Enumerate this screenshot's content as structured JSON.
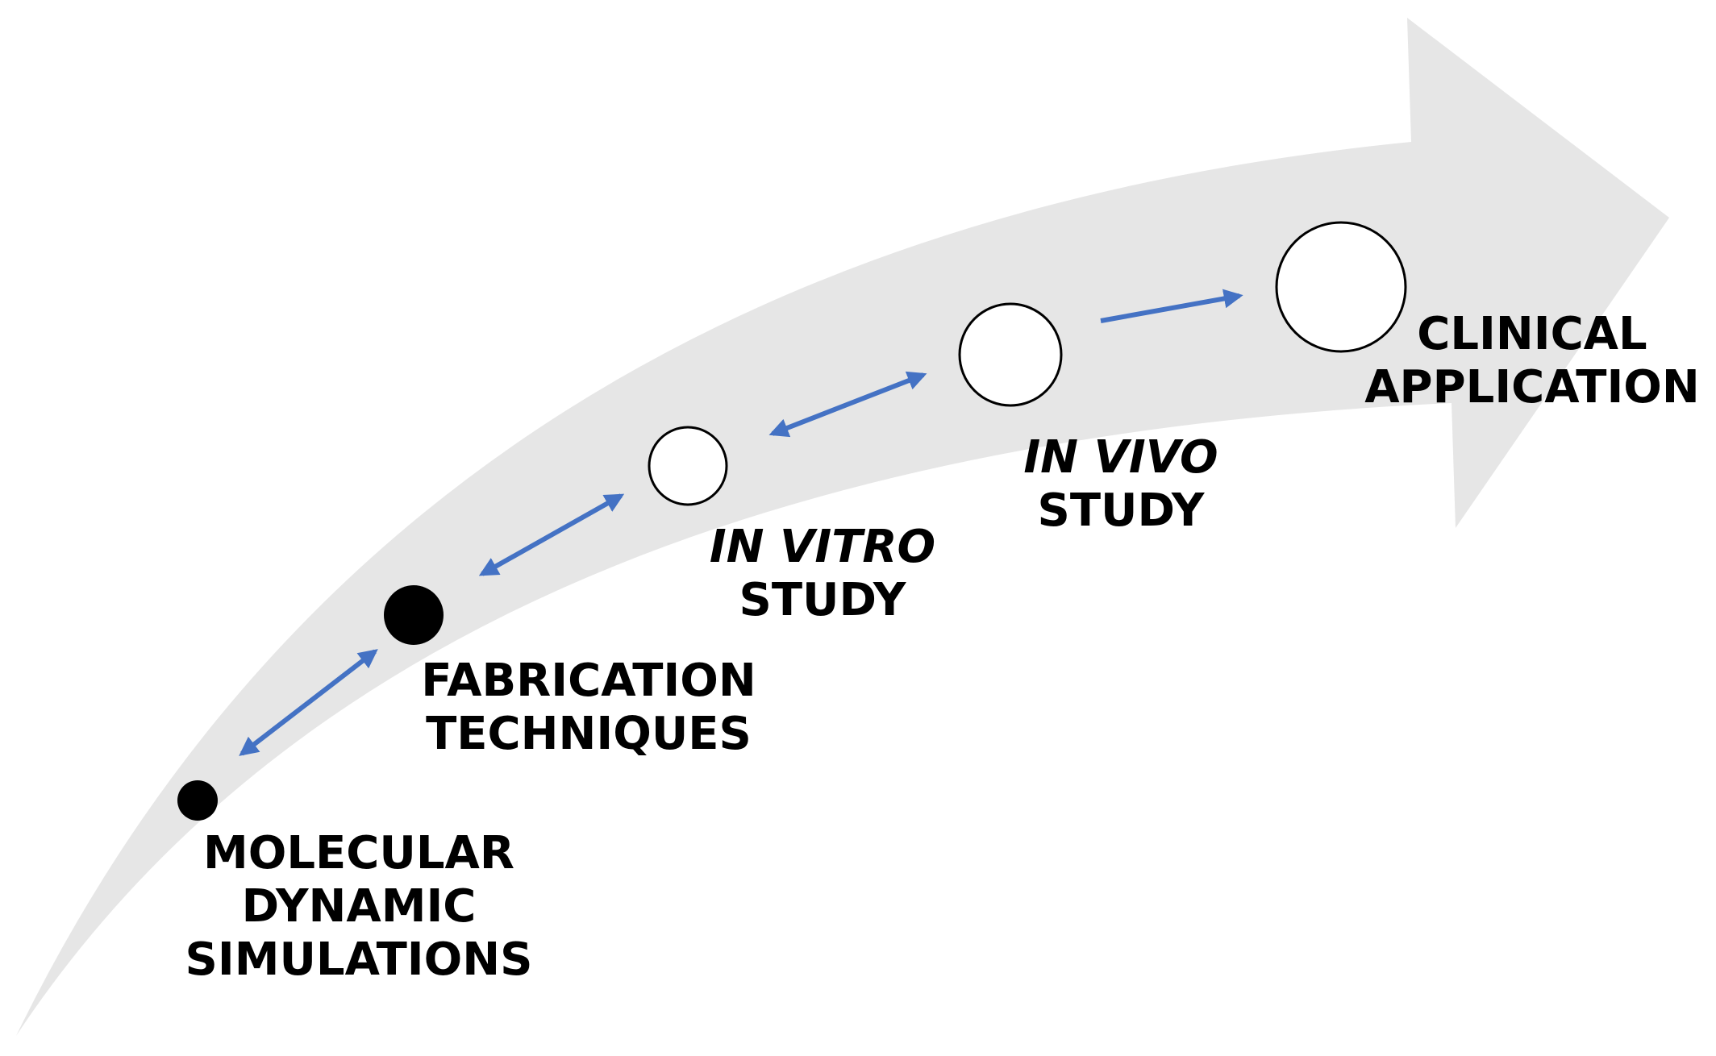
{
  "colors": {
    "arrow_fill": "#e6e6e6",
    "connector": "#4472c4",
    "node_filled": "#000000",
    "node_outline": "#000000",
    "node_empty": "#ffffff",
    "text": "#000000"
  },
  "stages": [
    {
      "id": "md",
      "lines": [
        "MOLECULAR",
        "DYNAMIC",
        "SIMULATIONS"
      ],
      "italic_lines": [],
      "node": "filled"
    },
    {
      "id": "fab",
      "lines": [
        "FABRICATION",
        "TECHNIQUES"
      ],
      "italic_lines": [],
      "node": "filled"
    },
    {
      "id": "vitro",
      "lines": [
        "IN VITRO",
        "STUDY"
      ],
      "italic_lines": [
        0
      ],
      "node": "empty"
    },
    {
      "id": "vivo",
      "lines": [
        "IN VIVO",
        "STUDY"
      ],
      "italic_lines": [
        0
      ],
      "node": "empty"
    },
    {
      "id": "clinical",
      "lines": [
        "CLINICAL",
        "APPLICATION"
      ],
      "italic_lines": [],
      "node": "empty"
    }
  ],
  "connectors": [
    {
      "from": "md",
      "to": "fab",
      "direction": "bidirectional"
    },
    {
      "from": "fab",
      "to": "vitro",
      "direction": "bidirectional"
    },
    {
      "from": "vitro",
      "to": "vivo",
      "direction": "bidirectional"
    },
    {
      "from": "vivo",
      "to": "clinical",
      "direction": "forward"
    }
  ]
}
